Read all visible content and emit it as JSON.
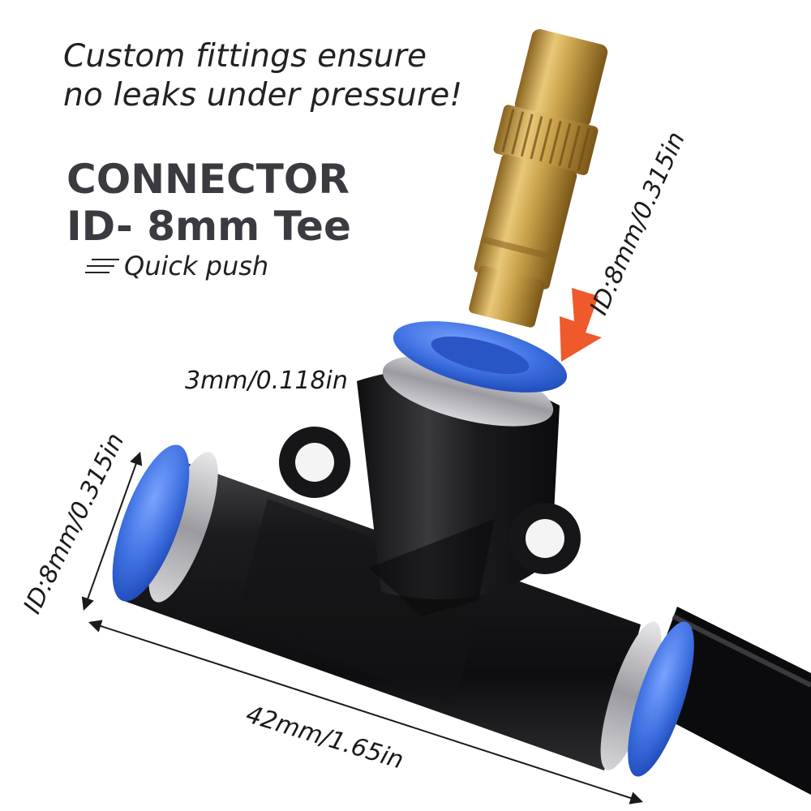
{
  "tagline": {
    "line1": "Custom fittings ensure",
    "line2": "no leaks under pressure!"
  },
  "heading": {
    "line1": "CONNECTOR",
    "line2": "ID- 8mm Tee"
  },
  "feature": {
    "label": "Quick push",
    "icon": "speed-lines-icon"
  },
  "dimensions": {
    "top_inner_diameter": "ID:8mm/0.315in",
    "side_inner_diameter": "ID:8mm/0.315in",
    "wall_thickness": "3mm/0.118in",
    "overall_length": "42mm/1.65in"
  },
  "colors": {
    "text": "#222222",
    "heading": "#3a3a40",
    "arrow": "#ee5a2b",
    "collar_blue": "#3d6fe0",
    "body_black": "#1e1e20",
    "brass": "#c9a24a"
  }
}
